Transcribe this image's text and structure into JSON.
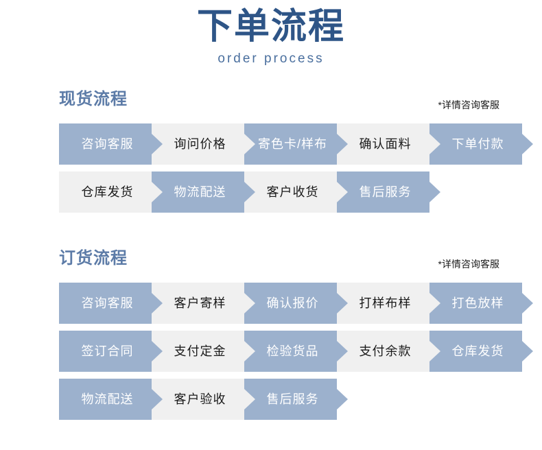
{
  "header": {
    "title": "下单流程",
    "subtitle": "order process"
  },
  "colors": {
    "title": "#2e5587",
    "subtitle": "#4a6f9e",
    "section_heading": "#5c7ba7",
    "step_blue": "#9cb1cd",
    "step_gray": "#f0f0f0",
    "blue_text": "#ffffff",
    "gray_text": "#1a1a1a",
    "background": "#ffffff"
  },
  "sections": [
    {
      "heading": "现货流程",
      "note": "*详情咨询客服",
      "rows": [
        {
          "steps": [
            {
              "label": "咨询客服",
              "style": "blue"
            },
            {
              "label": "询问价格",
              "style": "gray"
            },
            {
              "label": "寄色卡/样布",
              "style": "blue"
            },
            {
              "label": "确认面料",
              "style": "gray"
            },
            {
              "label": "下单付款",
              "style": "blue"
            }
          ]
        },
        {
          "steps": [
            {
              "label": "仓库发货",
              "style": "gray"
            },
            {
              "label": "物流配送",
              "style": "blue"
            },
            {
              "label": "客户收货",
              "style": "gray"
            },
            {
              "label": "售后服务",
              "style": "blue"
            }
          ]
        }
      ]
    },
    {
      "heading": "订货流程",
      "note": "*详情咨询客服",
      "rows": [
        {
          "steps": [
            {
              "label": "咨询客服",
              "style": "blue"
            },
            {
              "label": "客户寄样",
              "style": "gray"
            },
            {
              "label": "确认报价",
              "style": "blue"
            },
            {
              "label": "打样布样",
              "style": "gray"
            },
            {
              "label": "打色放样",
              "style": "blue"
            }
          ]
        },
        {
          "steps": [
            {
              "label": "签订合同",
              "style": "blue"
            },
            {
              "label": "支付定金",
              "style": "gray"
            },
            {
              "label": "检验货品",
              "style": "blue"
            },
            {
              "label": "支付余款",
              "style": "gray"
            },
            {
              "label": "仓库发货",
              "style": "blue"
            }
          ]
        },
        {
          "steps": [
            {
              "label": "物流配送",
              "style": "blue"
            },
            {
              "label": "客户验收",
              "style": "gray"
            },
            {
              "label": "售后服务",
              "style": "blue"
            }
          ]
        }
      ]
    }
  ]
}
